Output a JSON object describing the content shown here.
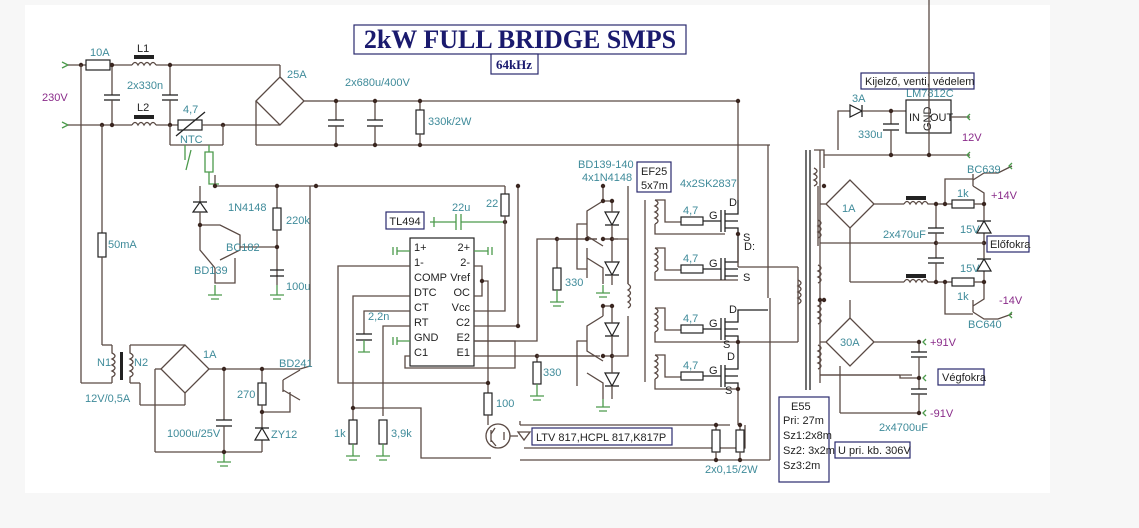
{
  "title": "2kW FULL BRIDGE SMPS",
  "frequency": "64kHz",
  "input": {
    "voltage": "230V",
    "fuse": "10A",
    "inductor1": "L1",
    "inductor2": "L2",
    "x_caps": "2x330n",
    "ntc_value": "4,7",
    "ntc_label": "NTC",
    "bridge": "25A"
  },
  "bulk": {
    "caps": "2x680u/400V",
    "bleeder": "330k/2W"
  },
  "softstart": {
    "diode": "1N4148",
    "resistor": "220k",
    "transistor1": "BC182",
    "transistor2": "BD139",
    "cap": "100u"
  },
  "aux_supply": {
    "fuse": "50mA",
    "winding1": "N1",
    "winding2": "N2",
    "transformer": "12V/0,5A",
    "bridge": "1A",
    "cap": "1000u/25V",
    "resistor": "270",
    "zener": "ZY12",
    "transistor": "BD241"
  },
  "controller": {
    "ic_label": "TL494",
    "cap_22u": "22u",
    "res_22": "22",
    "ct_cap": "2,2n",
    "pins_left": [
      "1+",
      "1-",
      "COMP",
      "DTC",
      "CT",
      "RT",
      "GND",
      "C1"
    ],
    "pins_right": [
      "2+",
      "2-",
      "Vref",
      "OC",
      "Vcc",
      "C2",
      "E2",
      "E1"
    ],
    "res_1k": "1k",
    "res_3k9": "3,9k",
    "res_100": "100",
    "res_330a": "330",
    "res_330b": "330"
  },
  "driver": {
    "transistors": "BD139-140",
    "diodes": "4x1N4148",
    "gdt_core": "EF25",
    "gdt_windings": "5x7m"
  },
  "bridge": {
    "mosfets": "4x2SK2837",
    "gate_resistor": "4,7",
    "pin_g": "G",
    "pin_d": "D",
    "pin_s": "S",
    "pin_d_colon": "D:"
  },
  "feedback": {
    "optocoupler": "LTV 817,HCPL 817,K817P",
    "sense_resistors": "2x0,15/2W"
  },
  "transformer": {
    "core": "E55",
    "pri": "Pri:  27m",
    "sz1": "Sz1:2x8m",
    "sz2": "Sz2: 3x2m",
    "sz3": "Sz3:2m",
    "upri": "U pri. kb. 306V"
  },
  "outputs": {
    "aux_title": "Kijelző, venti, védelem",
    "aux_diode": "3A",
    "aux_cap": "330u",
    "regulator": "LM7812C",
    "reg_in": "IN",
    "reg_out": "OUT",
    "reg_gnd": "GND",
    "aux_voltage": "12V",
    "pre_bridge": "1A",
    "pre_caps": "2x470uF",
    "pre_res1": "1k",
    "pre_res2": "1k",
    "zener1": "15V",
    "zener2": "15V",
    "npn": "BC639",
    "pnp": "BC640",
    "plus14": "+14V",
    "minus14": "-14V",
    "pre_label": "Előfokra",
    "main_bridge": "30A",
    "main_caps": "2x4700uF",
    "plus91": "+91V",
    "minus91": "-91V",
    "main_label": "Végfokra"
  }
}
